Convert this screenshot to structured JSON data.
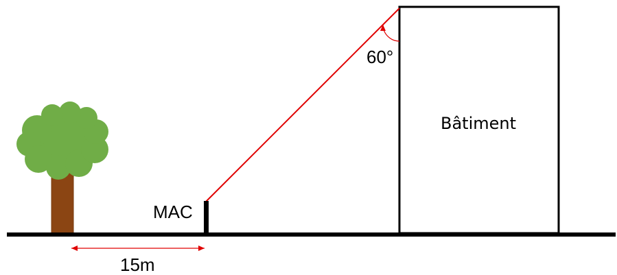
{
  "labels": {
    "mac": "MAC",
    "angle": "60°",
    "building": "Bâtiment",
    "distance": "15m"
  },
  "colors": {
    "ground": "#000000",
    "sight_line": "#e00000",
    "tree_foliage": "#70ad47",
    "tree_trunk": "#8b4513"
  },
  "icons": {
    "tree": "tree-icon"
  }
}
